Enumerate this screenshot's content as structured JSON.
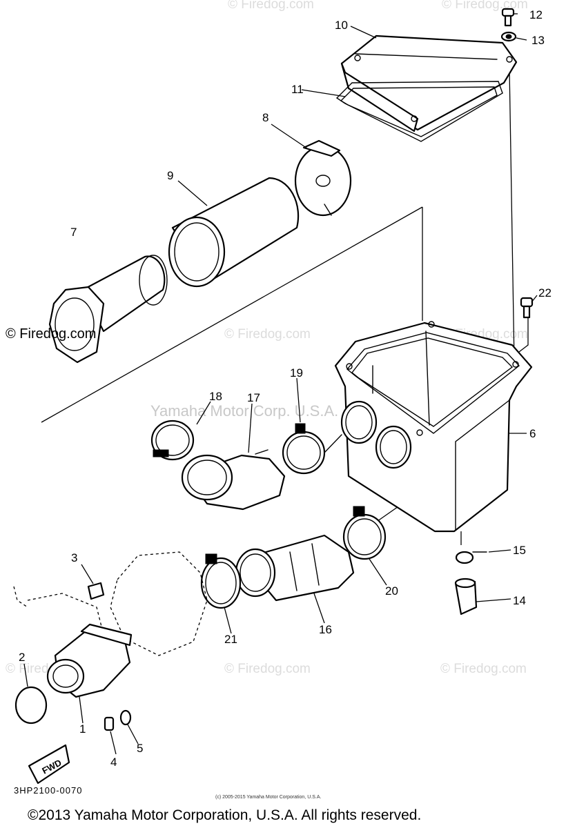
{
  "diagram_code": "3HP2100-0070",
  "fwd_label": "FWD",
  "watermark": "© Firedog.com",
  "watermark_dark": "© Firedog.com",
  "corp_watermark": "Yamaha Motor Corp. U.S.A.",
  "small_copyright": "(c) 2005-2015 Yamaha Motor Corporation, U.S.A.",
  "footer_copyright": "©2013 Yamaha Motor Corporation, U.S.A. All rights reserved.",
  "callouts": [
    {
      "id": "1",
      "label": "1"
    },
    {
      "id": "2",
      "label": "2"
    },
    {
      "id": "3",
      "label": "3"
    },
    {
      "id": "4",
      "label": "4"
    },
    {
      "id": "5",
      "label": "5"
    },
    {
      "id": "6",
      "label": "6"
    },
    {
      "id": "7",
      "label": "7"
    },
    {
      "id": "8",
      "label": "8"
    },
    {
      "id": "9",
      "label": "9"
    },
    {
      "id": "10",
      "label": "10"
    },
    {
      "id": "11",
      "label": "11"
    },
    {
      "id": "12",
      "label": "12"
    },
    {
      "id": "13",
      "label": "13"
    },
    {
      "id": "14",
      "label": "14"
    },
    {
      "id": "15",
      "label": "15"
    },
    {
      "id": "16",
      "label": "16"
    },
    {
      "id": "17",
      "label": "17"
    },
    {
      "id": "18",
      "label": "18"
    },
    {
      "id": "19",
      "label": "19"
    },
    {
      "id": "20",
      "label": "20"
    },
    {
      "id": "21",
      "label": "21"
    },
    {
      "id": "22",
      "label": "22"
    }
  ]
}
